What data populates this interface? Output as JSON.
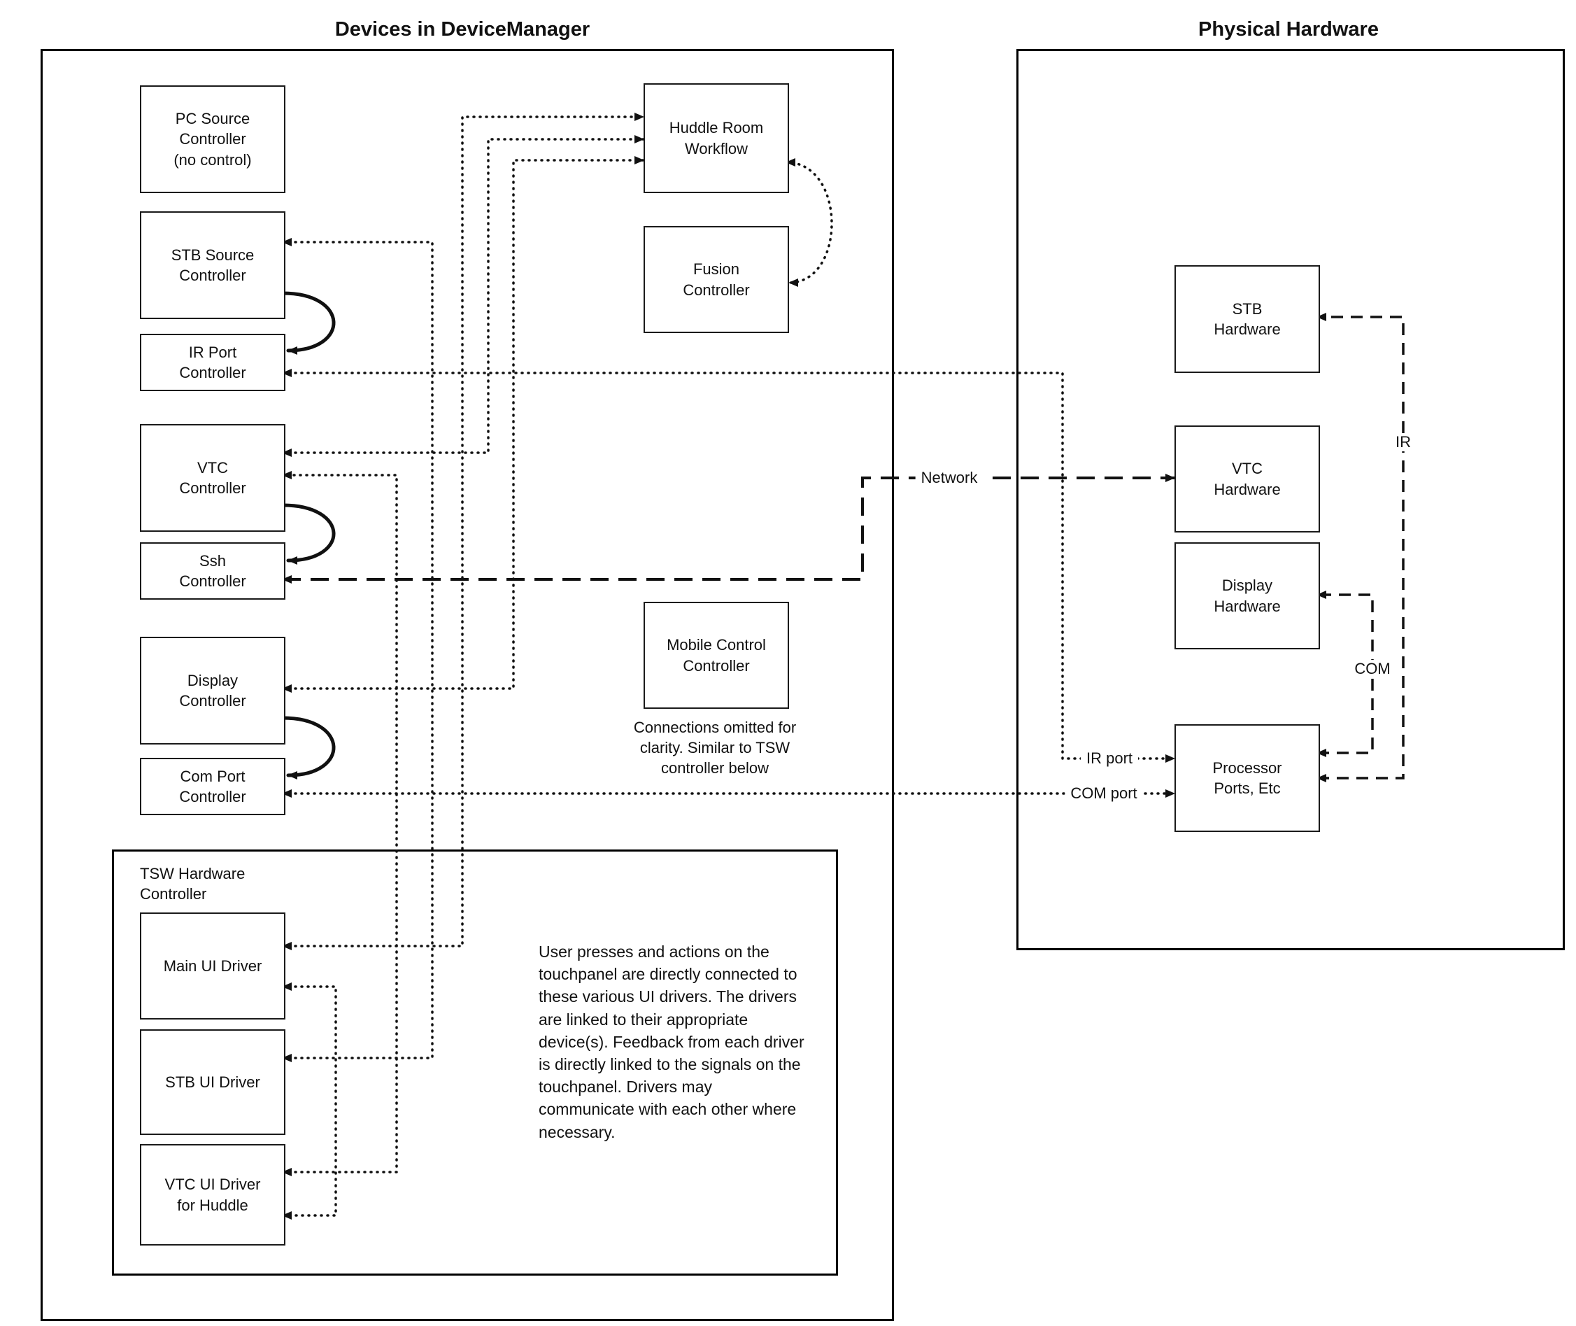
{
  "titles": {
    "device_manager": "Devices in DeviceManager",
    "physical_hardware": "Physical Hardware"
  },
  "boxes": {
    "pc_source": "PC Source\nController\n(no control)",
    "stb_source": "STB Source\nController",
    "ir_port": "IR Port\nController",
    "vtc": "VTC\nController",
    "ssh": "Ssh\nController",
    "display": "Display\nController",
    "com_port": "Com Port\nController",
    "huddle": "Huddle Room\nWorkflow",
    "fusion": "Fusion\nController",
    "mobile": "Mobile Control\nController",
    "tsw_controller": "TSW Hardware\nController",
    "main_ui": "Main UI Driver",
    "stb_ui": "STB UI Driver",
    "vtc_ui": "VTC UI Driver\nfor Huddle",
    "stb_hw": "STB\nHardware",
    "vtc_hw": "VTC\nHardware",
    "display_hw": "Display\nHardware",
    "processor": "Processor\nPorts, Etc"
  },
  "notes": {
    "mobile": "Connections omitted for\nclarity. Similar to TSW\ncontroller below",
    "tsw": "User presses and actions on the touchpanel are directly connected to these various UI drivers.  The drivers are linked to their appropriate device(s). Feedback from each driver is directly linked to the signals on the touchpanel. Drivers may communicate with each other where necessary."
  },
  "labels": {
    "network": "Network",
    "ir": "IR",
    "com": "COM",
    "ir_port": "IR port",
    "com_port": "COM port"
  }
}
